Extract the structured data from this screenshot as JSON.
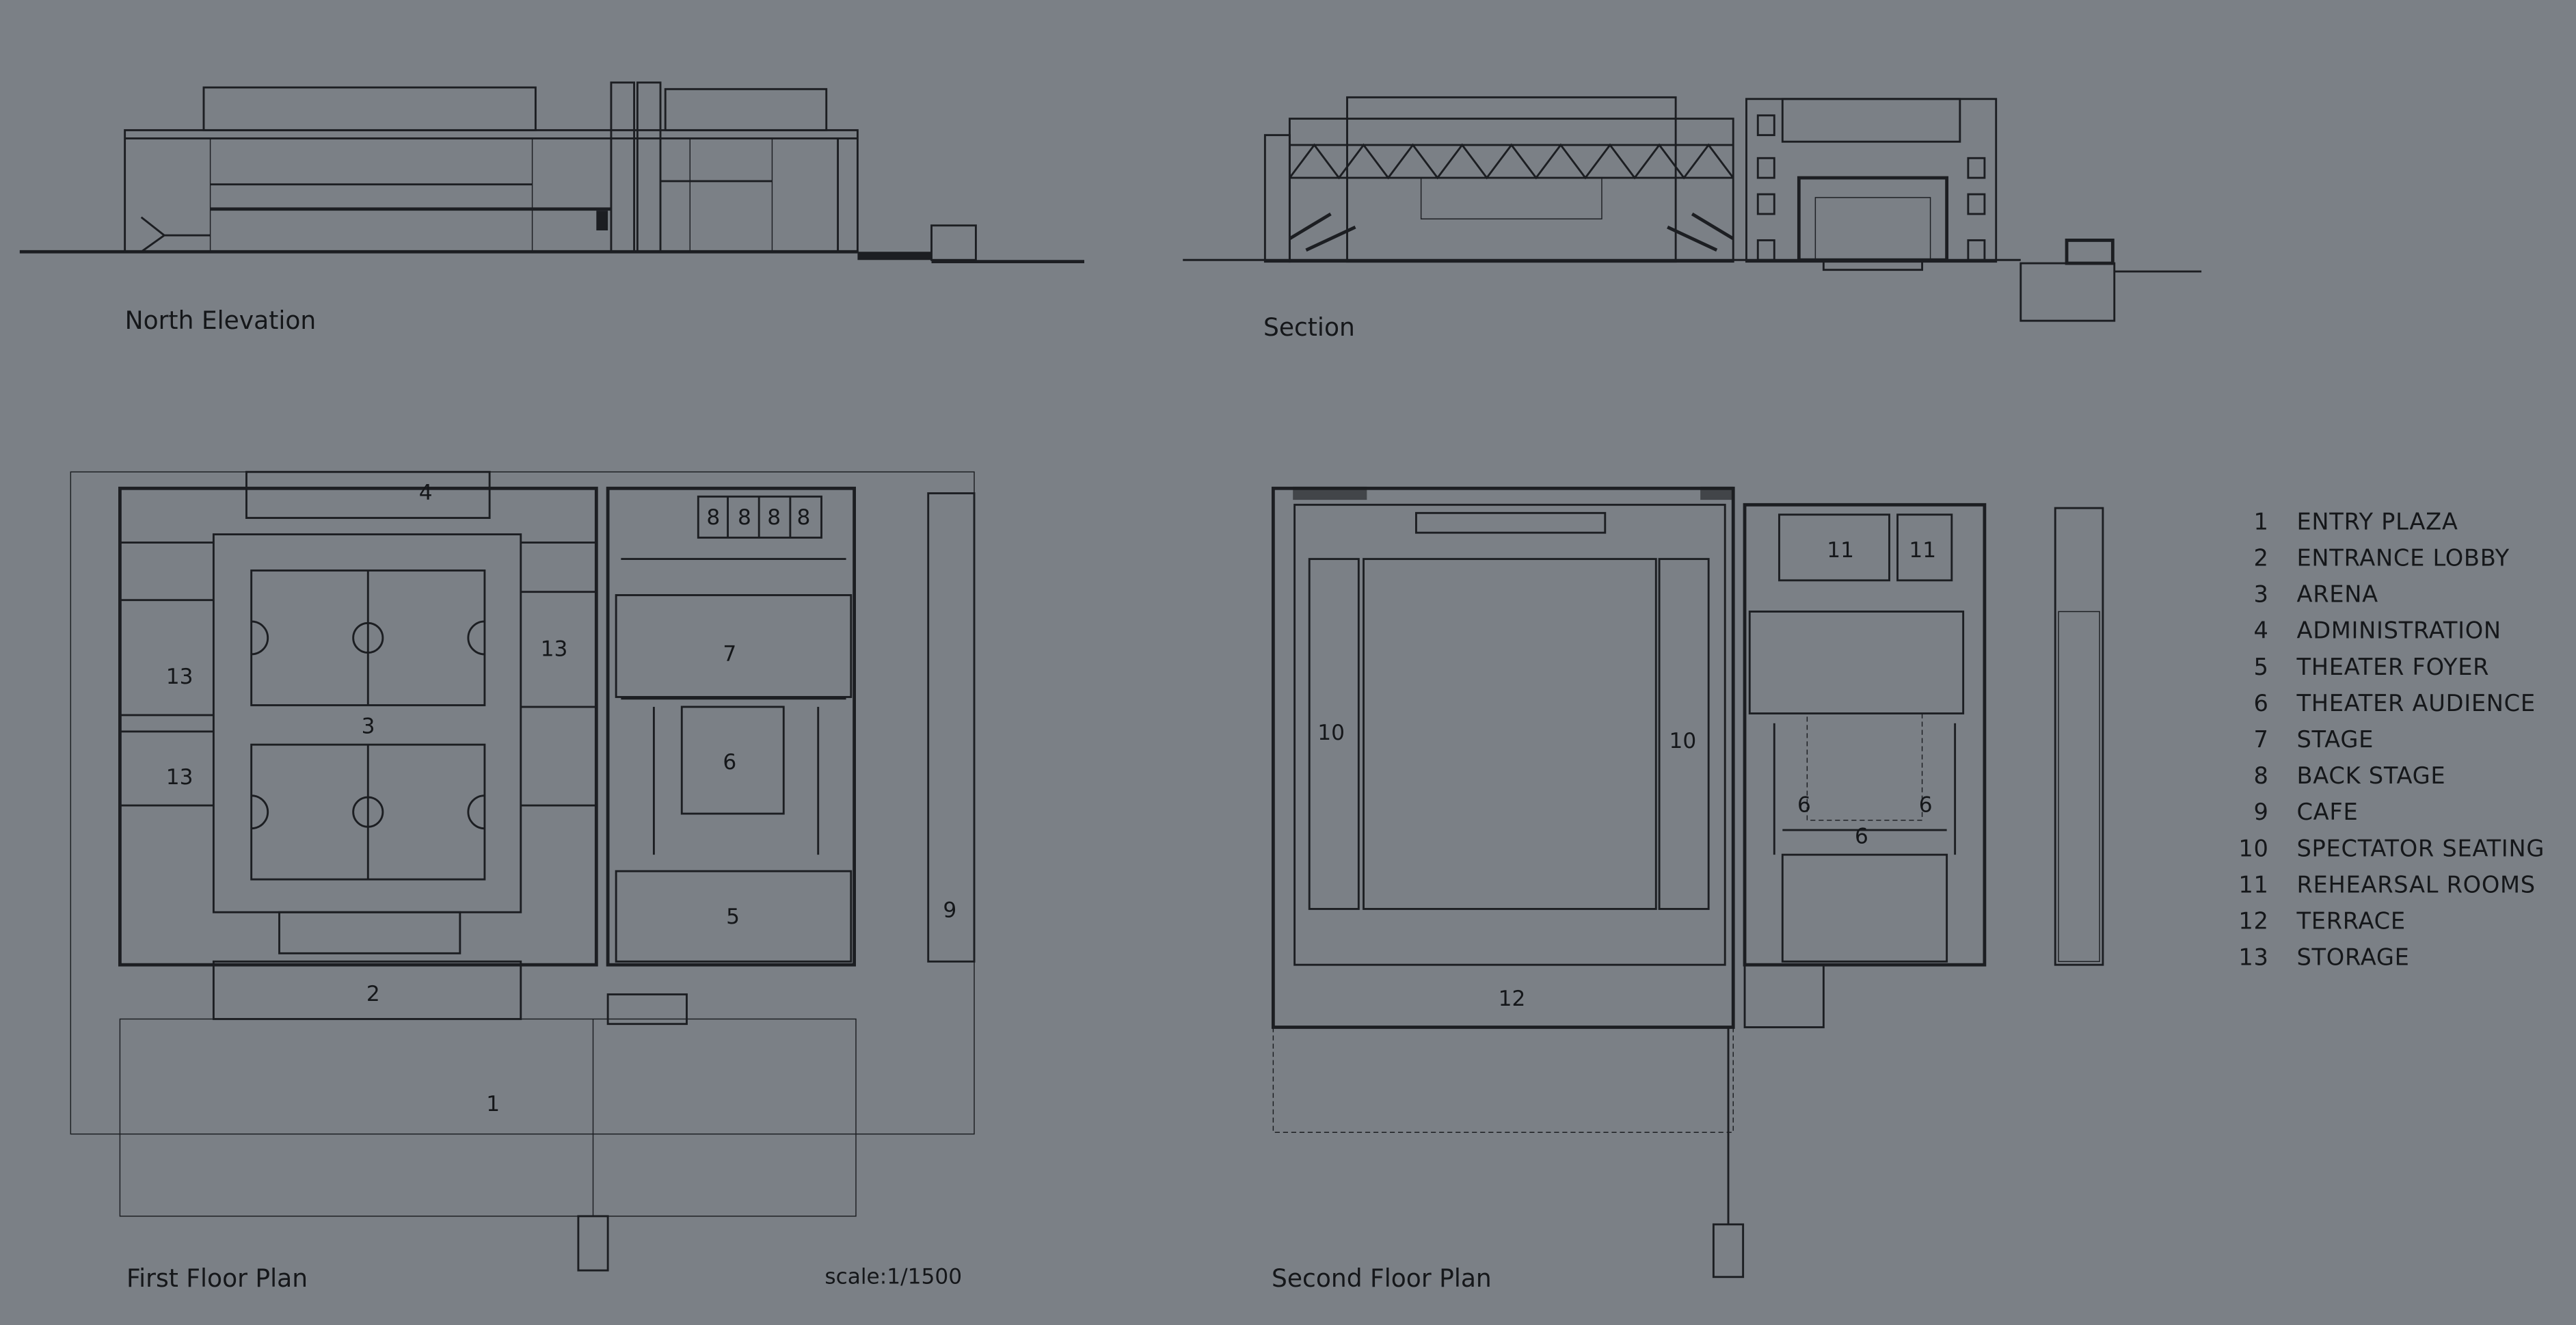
{
  "captions": {
    "north_elevation": "North Elevation",
    "section": "Section",
    "first_floor_plan": "First Floor Plan",
    "scale": "scale:1/1500",
    "second_floor_plan": "Second Floor Plan"
  },
  "first_floor_labels": {
    "entry_plaza": "1",
    "entrance_lobby": "2",
    "arena": "3",
    "administration": "4",
    "theater_foyer": "5",
    "theater_audience": "6",
    "stage": "7",
    "back_stage": [
      "8",
      "8",
      "8",
      "8"
    ],
    "cafe": "9",
    "storage": [
      "13",
      "13",
      "13"
    ]
  },
  "second_floor_labels": {
    "spectator_seating": [
      "10",
      "10"
    ],
    "rehearsal_rooms": [
      "11",
      "11"
    ],
    "theater_audience": [
      "6",
      "6",
      "6"
    ],
    "terrace": "12"
  },
  "legend": [
    {
      "num": "1",
      "label": "ENTRY PLAZA"
    },
    {
      "num": "2",
      "label": "ENTRANCE LOBBY"
    },
    {
      "num": "3",
      "label": "ARENA"
    },
    {
      "num": "4",
      "label": "ADMINISTRATION"
    },
    {
      "num": "5",
      "label": "THEATER FOYER"
    },
    {
      "num": "6",
      "label": "THEATER AUDIENCE"
    },
    {
      "num": "7",
      "label": "STAGE"
    },
    {
      "num": "8",
      "label": "BACK STAGE"
    },
    {
      "num": "9",
      "label": "CAFE"
    },
    {
      "num": "10",
      "label": "SPECTATOR SEATING"
    },
    {
      "num": "11",
      "label": "REHEARSAL ROOMS"
    },
    {
      "num": "12",
      "label": "TERRACE"
    },
    {
      "num": "13",
      "label": "STORAGE"
    }
  ],
  "colors": {
    "background": "#7b8086",
    "ink": "#1c1e22"
  }
}
